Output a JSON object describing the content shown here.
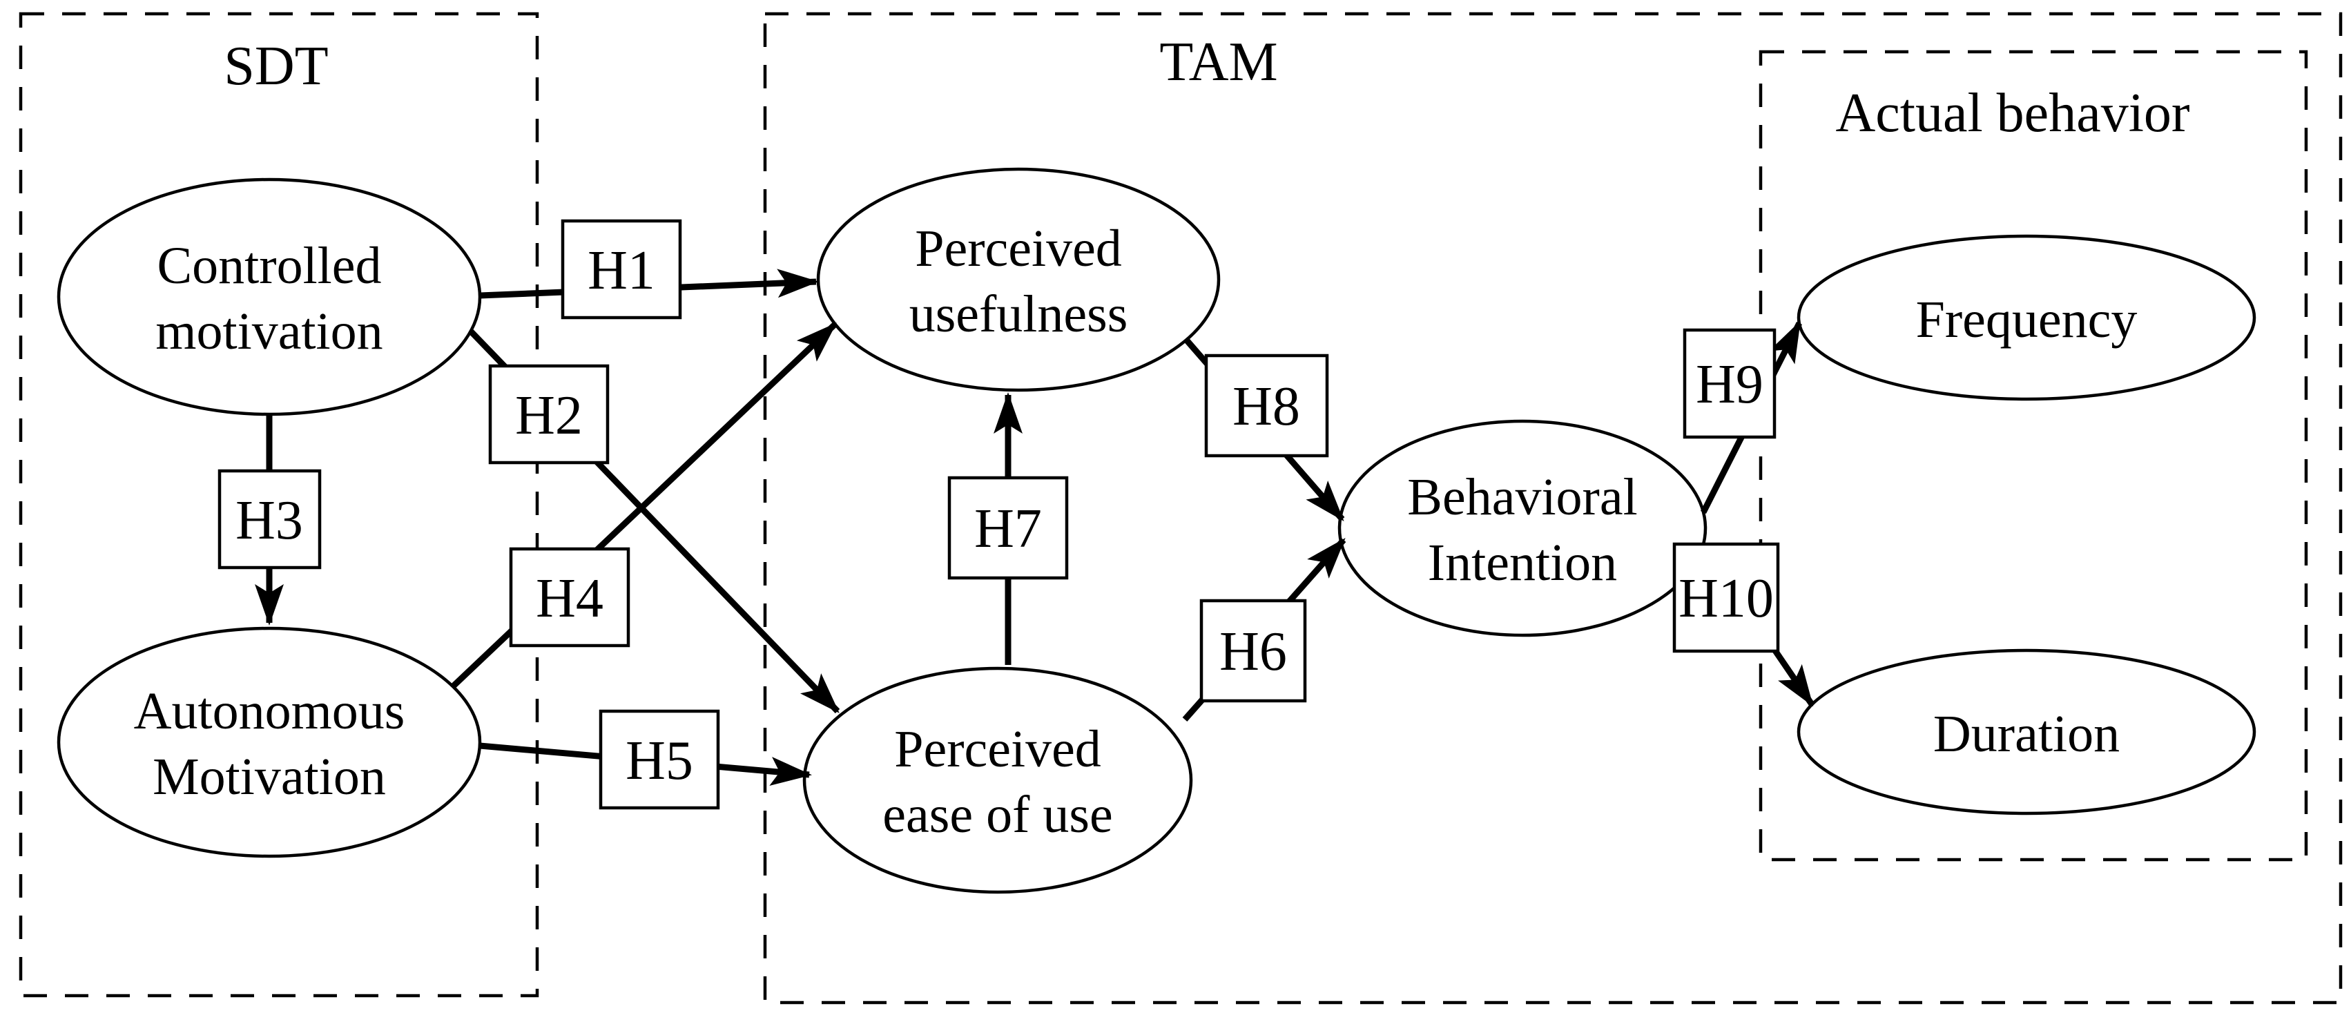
{
  "regions": {
    "sdt": {
      "label": "SDT"
    },
    "tam": {
      "label": "TAM"
    },
    "actual_behavior": {
      "label": "Actual behavior"
    }
  },
  "nodes": {
    "controlled_motivation": {
      "label": "Controlled motivation",
      "line1": "Controlled",
      "line2": "motivation"
    },
    "autonomous_motivation": {
      "label": "Autonomous Motivation",
      "line1": "Autonomous",
      "line2": "Motivation"
    },
    "perceived_usefulness": {
      "label": "Perceived usefulness",
      "line1": "Perceived",
      "line2": "usefulness"
    },
    "perceived_ease_of_use": {
      "label": "Perceived ease of use",
      "line1": "Perceived",
      "line2": "ease of use"
    },
    "behavioral_intention": {
      "label": "Behavioral Intention",
      "line1": "Behavioral",
      "line2": "Intention"
    },
    "frequency": {
      "label": "Frequency"
    },
    "duration": {
      "label": "Duration"
    }
  },
  "hypotheses": {
    "h1": {
      "label": "H1",
      "from": "Controlled motivation",
      "to": "Perceived usefulness"
    },
    "h2": {
      "label": "H2",
      "from": "Controlled motivation",
      "to": "Perceived ease of use"
    },
    "h3": {
      "label": "H3",
      "from": "Controlled motivation",
      "to": "Autonomous Motivation"
    },
    "h4": {
      "label": "H4",
      "from": "Autonomous Motivation",
      "to": "Perceived usefulness"
    },
    "h5": {
      "label": "H5",
      "from": "Autonomous Motivation",
      "to": "Perceived ease of use"
    },
    "h6": {
      "label": "H6",
      "from": "Perceived ease of use",
      "to": "Behavioral Intention"
    },
    "h7": {
      "label": "H7",
      "from": "Perceived ease of use",
      "to": "Perceived usefulness"
    },
    "h8": {
      "label": "H8",
      "from": "Perceived usefulness",
      "to": "Behavioral Intention"
    },
    "h9": {
      "label": "H9",
      "from": "Behavioral Intention",
      "to": "Frequency"
    },
    "h10": {
      "label": "H10",
      "from": "Behavioral Intention",
      "to": "Duration"
    }
  },
  "colors": {
    "line": "#000000",
    "background": "#ffffff"
  }
}
